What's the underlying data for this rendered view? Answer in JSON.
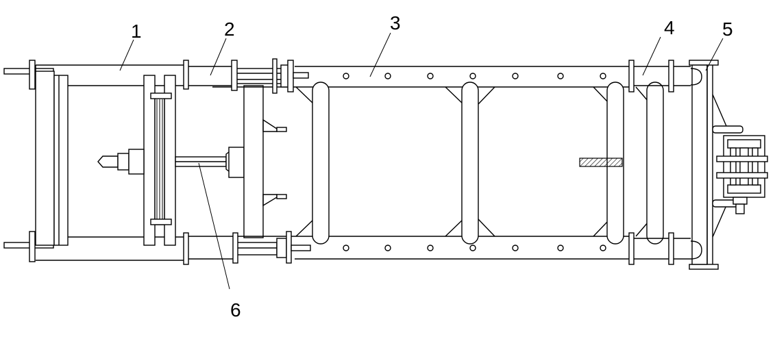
{
  "labels": {
    "part_1": "1",
    "part_2": "2",
    "part_3": "3",
    "part_4": "4",
    "part_5": "5",
    "part_6": "6"
  },
  "colors": {
    "line": "#000000",
    "background": "#ffffff"
  }
}
